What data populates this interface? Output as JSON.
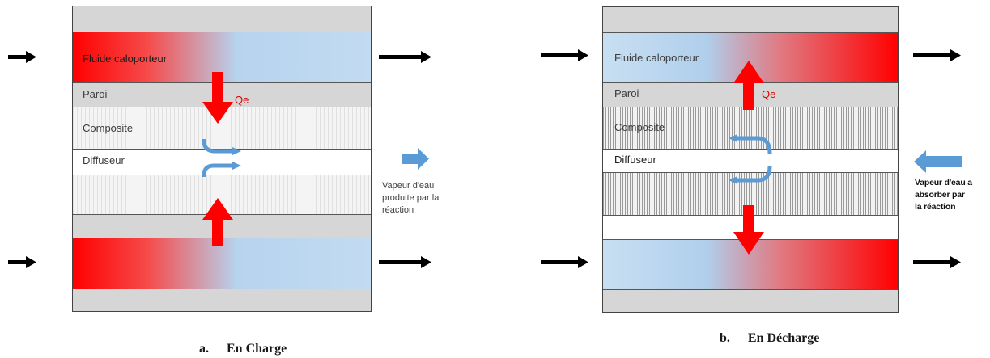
{
  "panel_a": {
    "layer_labels": {
      "fluide": "Fluide caloporteur",
      "paroi": "Paroi",
      "composite": "Composite",
      "diffuseur": "Diffuseur"
    },
    "qe": "Qe",
    "side_note": [
      "Vapeur d'eau",
      "produite par la",
      "réaction"
    ],
    "caption_letter": "a.",
    "caption_text": "En Charge"
  },
  "panel_b": {
    "layer_labels": {
      "fluide": "Fluide caloporteur",
      "paroi": "Paroi",
      "composite": "Composite",
      "diffuseur": "Diffuseur"
    },
    "qe": "Qe",
    "side_note": [
      "Vapeur d'eau a",
      "absorber par",
      "la réaction"
    ],
    "caption_letter": "b.",
    "caption_text": "En Décharge"
  },
  "colors": {
    "hot": "#ff0000",
    "cold": "#b7d3ee",
    "vapor_arrow": "#5b9bd5",
    "flow_arrow": "#000000"
  }
}
